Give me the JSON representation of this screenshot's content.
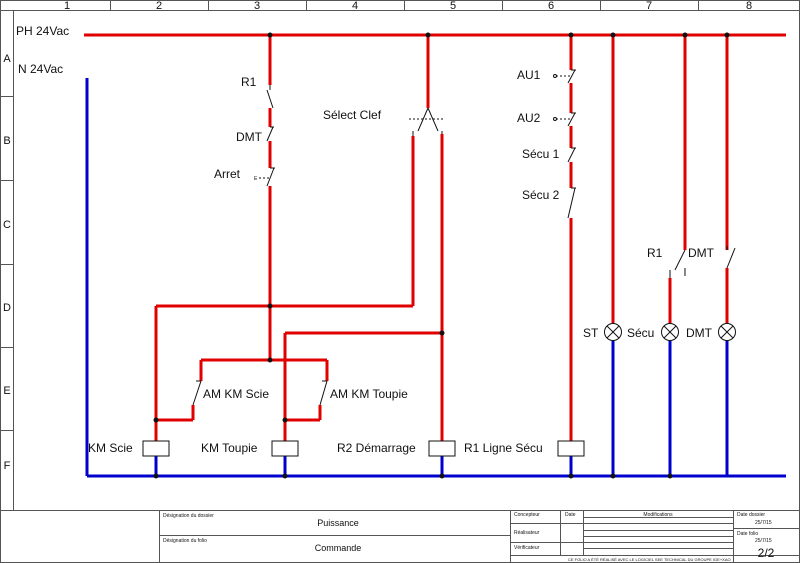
{
  "columns": [
    "1",
    "2",
    "3",
    "4",
    "5",
    "6",
    "7",
    "8"
  ],
  "rows": [
    "A",
    "B",
    "C",
    "D",
    "E",
    "F"
  ],
  "supply": {
    "phase_label": "PH 24Vac",
    "neutral_label": "N 24Vac",
    "phase_color": "#e00000",
    "neutral_color": "#0000cc"
  },
  "labels": {
    "r1": "R1",
    "dmt": "DMT",
    "arret": "Arret",
    "arret_mark": "E",
    "select_clef": "Sélect Clef",
    "au1": "AU1",
    "au2": "AU2",
    "secu1": "Sécu 1",
    "secu2": "Sécu 2",
    "r1_right": "R1",
    "dmt_right": "DMT",
    "am_km_scie": "AM KM Scie",
    "am_km_toupie": "AM KM Toupie",
    "st": "ST",
    "secu_lamp": "Sécu",
    "dmt_lamp": "DMT",
    "km_scie": "KM Scie",
    "km_toupie": "KM Toupie",
    "r2_demarrage": "R2 Démarrage",
    "r1_ligne_secu": "R1 Ligne Sécu"
  },
  "title_block": {
    "designation_dossier_label": "Désignation du dossier",
    "designation_dossier_value": "Puissance",
    "designation_folio_label": "Désignation du folio",
    "designation_folio_value": "Commande",
    "concepteur": "Concepteur",
    "realisateur": "Réalisateur",
    "verificateur": "Vérificateur",
    "date_col": "Date",
    "modifications": "Modifications",
    "date_dossier_label": "Date dossier",
    "date_dossier_value": "25/7/15",
    "date_folio_label": "Date folio",
    "date_folio_value": "25/7/15",
    "page": "2/2",
    "footer_note": "CE FOLIO A ÉTÉ RÉALISÉ AVEC LE LOGICIEL SEE TECHNICAL DU GROUPE IGE+XAO"
  }
}
